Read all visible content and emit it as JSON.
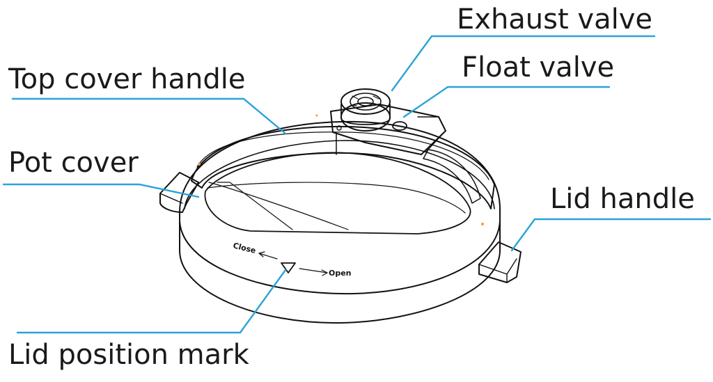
{
  "labels": {
    "exhaust_valve": "Exhaust valve",
    "float_valve": "Float valve",
    "top_cover_handle": "Top cover handle",
    "pot_cover": "Pot cover",
    "lid_handle": "Lid handle",
    "lid_position_mark": "Lid position mark"
  },
  "lid_markings": {
    "close": "Close",
    "open": "Open"
  },
  "colors": {
    "leader_line": "#2aa3d8",
    "outline": "#111111",
    "text": "#1a1a1a"
  }
}
